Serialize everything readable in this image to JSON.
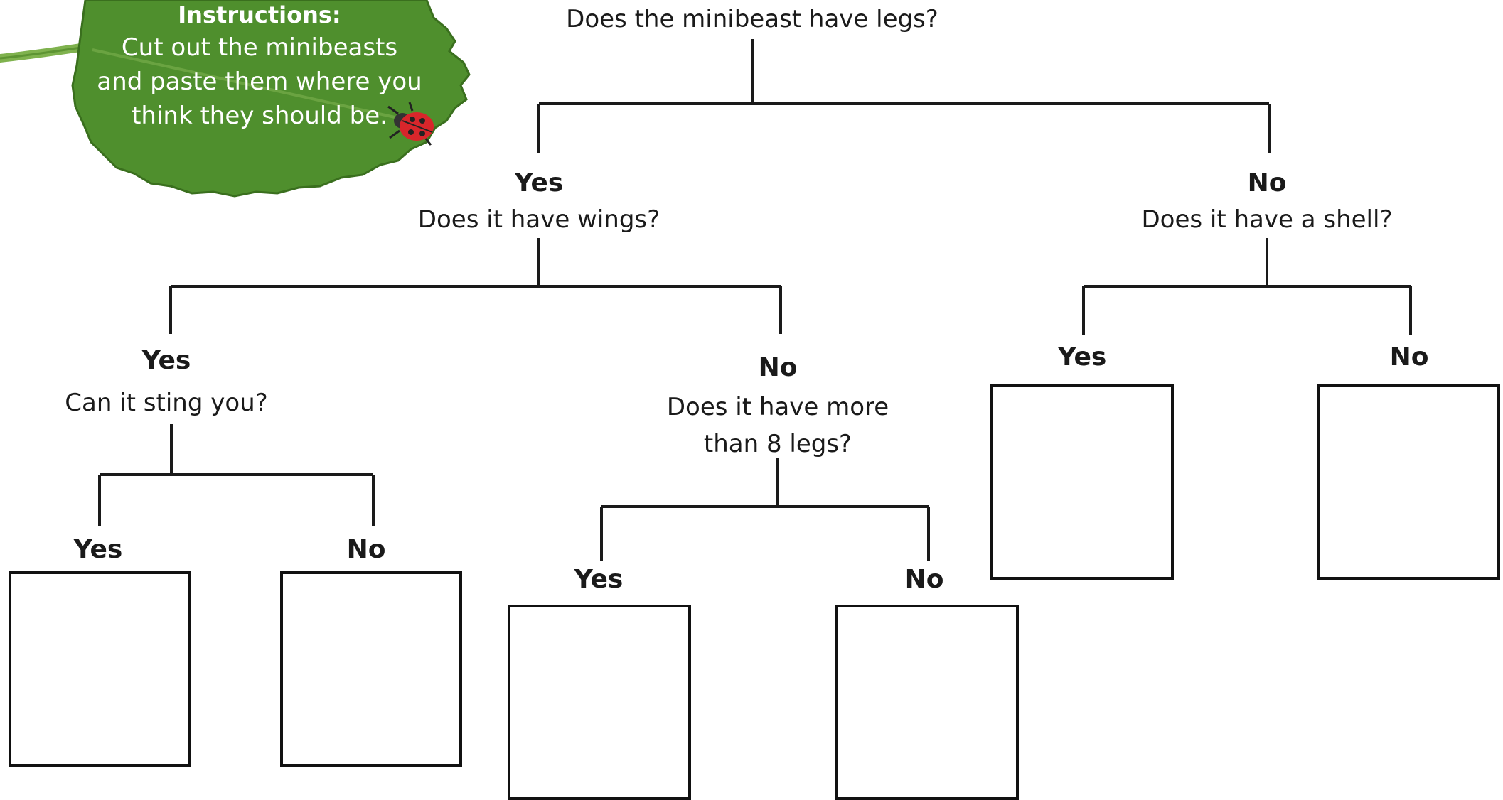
{
  "instructions": {
    "title": "Instructions:",
    "lines": [
      "Cut out the minibeasts",
      "and paste them where you",
      "think they should be."
    ]
  },
  "tree": {
    "root_question": "Does the minibeast have legs?",
    "yes_label": "Yes",
    "no_label": "No",
    "q_wings": "Does it have wings?",
    "q_shell": "Does it have a shell?",
    "q_sting": "Can it sting you?",
    "q_legs_line1": "Does it have more",
    "q_legs_line2": "than 8 legs?"
  },
  "colors": {
    "leaf": "#4e8e2c",
    "ladybird": "#d8262b",
    "lines": "#1a1a1a"
  }
}
